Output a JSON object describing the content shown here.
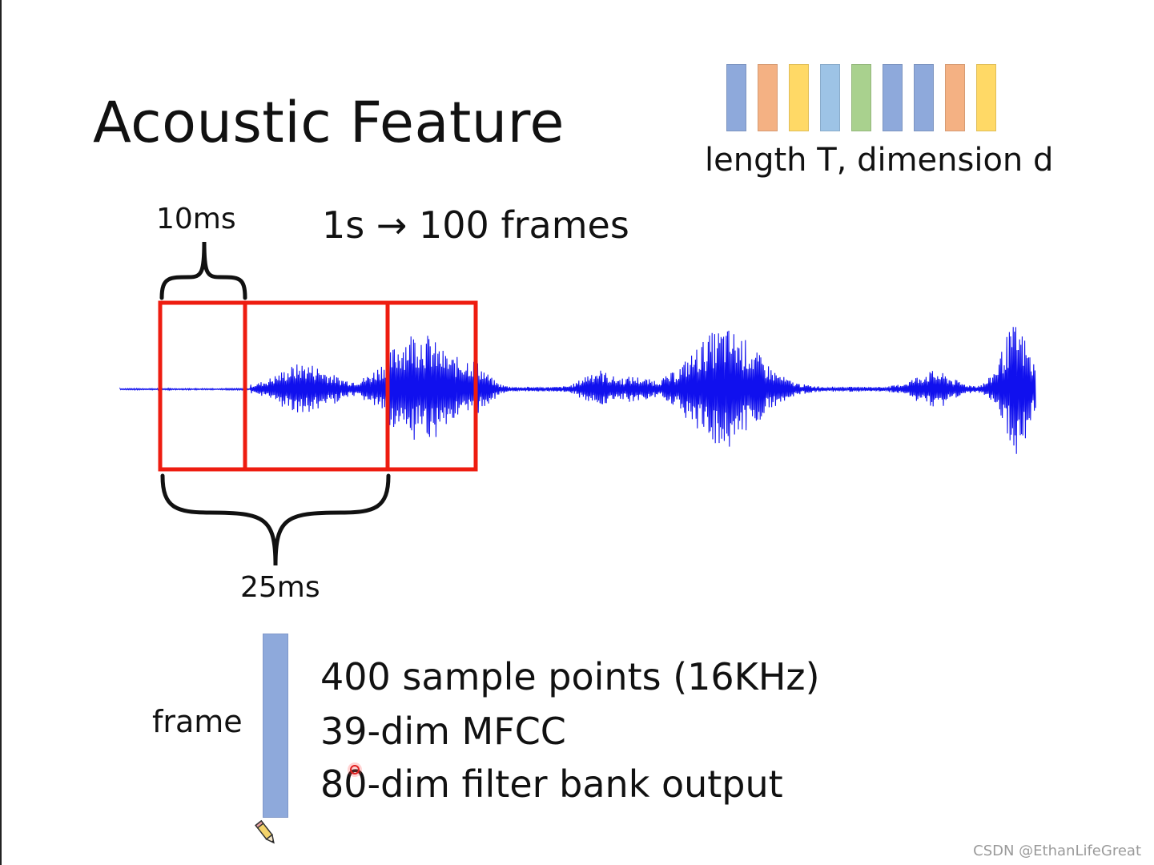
{
  "title": "Acoustic Feature",
  "sequence": {
    "label": "length T, dimension d",
    "frame_colors": [
      "#8ea9db",
      "#f4b183",
      "#ffd966",
      "#9dc3e6",
      "#a9d18e",
      "#8ea9db",
      "#8ea9db",
      "#f4b183",
      "#ffd966"
    ]
  },
  "framing": {
    "shift_label": "10ms",
    "rate_label": "1s → 100 frames",
    "window_label": "25ms"
  },
  "frame": {
    "label": "frame",
    "color": "#8ea9db",
    "specs": [
      "400 sample points (16KHz)",
      "39-dim MFCC",
      "80-dim filter bank output"
    ]
  },
  "colors": {
    "waveform": "#1010ee",
    "window_box": "#ee1c10"
  },
  "icons": {
    "pencil": "pencil-icon",
    "cursor": "laser-pointer-icon"
  },
  "watermark": "CSDN @EthanLifeGreat"
}
